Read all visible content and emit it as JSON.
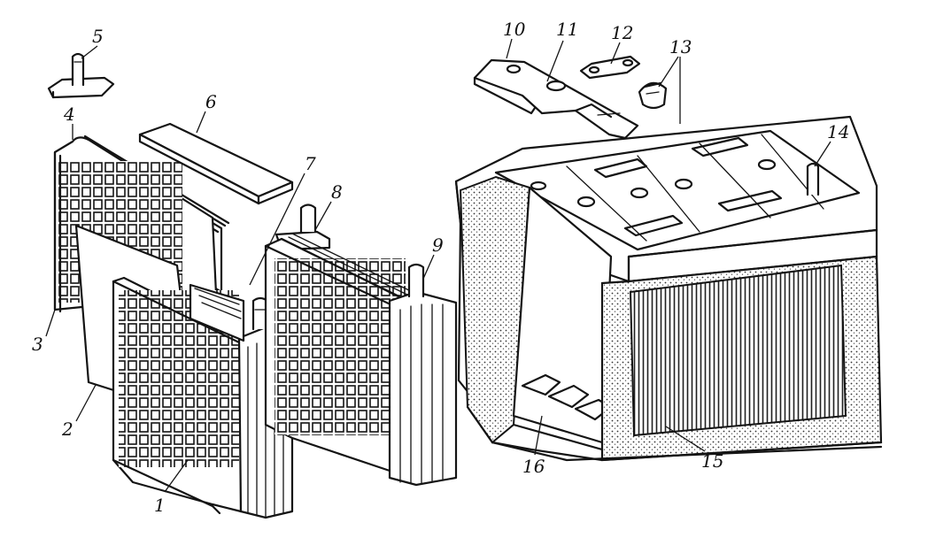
{
  "callouts": [
    {
      "id": "1",
      "label": "1"
    },
    {
      "id": "2",
      "label": "2"
    },
    {
      "id": "3",
      "label": "3"
    },
    {
      "id": "4",
      "label": "4"
    },
    {
      "id": "5",
      "label": "5"
    },
    {
      "id": "6",
      "label": "6"
    },
    {
      "id": "7",
      "label": "7"
    },
    {
      "id": "8",
      "label": "8"
    },
    {
      "id": "9",
      "label": "9"
    },
    {
      "id": "10",
      "label": "10"
    },
    {
      "id": "11",
      "label": "11"
    },
    {
      "id": "12",
      "label": "12"
    },
    {
      "id": "13",
      "label": "13"
    },
    {
      "id": "14",
      "label": "14"
    },
    {
      "id": "15",
      "label": "15"
    },
    {
      "id": "16",
      "label": "16"
    }
  ],
  "colors": {
    "ink": "#141414",
    "paper": "#ffffff",
    "shade": "#8a8a8a"
  }
}
